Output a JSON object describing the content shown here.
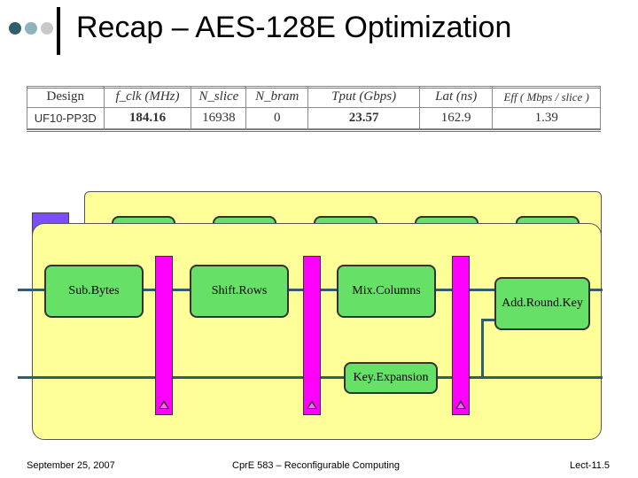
{
  "slide": {
    "title": "Recap – AES-128E Optimization"
  },
  "table": {
    "headers": [
      "Design",
      "f_clk (MHz)",
      "N_slice",
      "N_bram",
      "Tput (Gbps)",
      "Lat (ns)",
      "Eff ( Mbps / slice )"
    ],
    "row": [
      "UF10-PP3D",
      "184.16",
      "16938",
      "0",
      "23.57",
      "162.9",
      "1.39"
    ]
  },
  "diagram": {
    "blocks": {
      "sub_bytes": "Sub.Bytes",
      "shift_rows": "Shift.Rows",
      "mix_columns": "Mix.Columns",
      "add_round_key": "Add.Round.Key",
      "key_expansion": "Key.Expansion"
    },
    "colors": {
      "panel": "#ffff99",
      "block": "#66e066",
      "register": "#ff00ff",
      "wire": "#2f5f6f",
      "tab": "#7b4dff"
    }
  },
  "footer": {
    "date": "September 25, 2007",
    "course": "CprE 583 – Reconfigurable Computing",
    "lecture": "Lect-11.5"
  }
}
